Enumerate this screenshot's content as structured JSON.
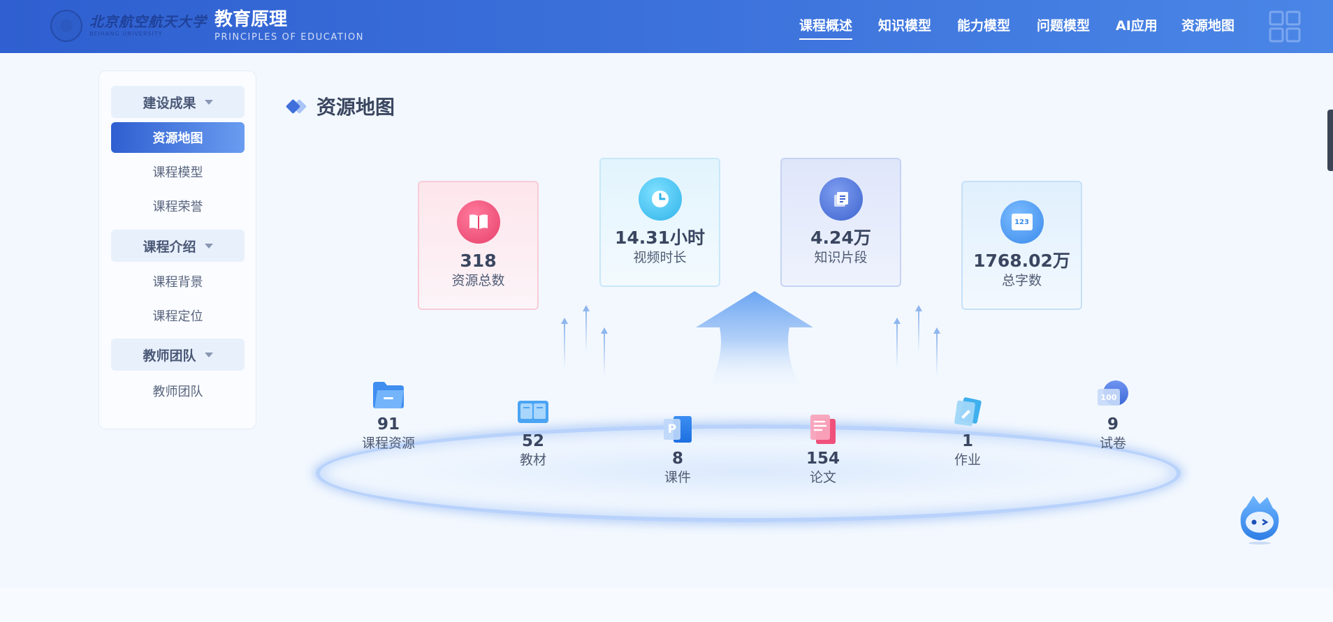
{
  "header": {
    "university_cn": "北京航空航天大学",
    "university_en": "BEIHANG UNIVERSITY",
    "title_cn": "教育原理",
    "title_en": "PRINCIPLES OF EDUCATION",
    "nav": [
      "课程概述",
      "知识模型",
      "能力模型",
      "问题模型",
      "AI应用",
      "资源地图"
    ],
    "active_nav": "课程概述"
  },
  "sidebar": {
    "groups": [
      {
        "label": "建设成果",
        "items": [
          "资源地图",
          "课程模型",
          "课程荣誉"
        ]
      },
      {
        "label": "课程介绍",
        "items": [
          "课程背景",
          "课程定位"
        ]
      },
      {
        "label": "教师团队",
        "items": [
          "教师团队"
        ]
      }
    ],
    "active_item": "资源地图"
  },
  "section": {
    "title": "资源地图"
  },
  "stats": [
    {
      "value": "318",
      "label": "资源总数",
      "icon": "book-icon"
    },
    {
      "value": "14.31小时",
      "label": "视频时长",
      "icon": "clock-icon"
    },
    {
      "value": "4.24万",
      "label": "知识片段",
      "icon": "document-icon"
    },
    {
      "value": "1768.02万",
      "label": "总字数",
      "icon": "number-icon"
    }
  ],
  "stat_icon_text": "123",
  "resources": [
    {
      "value": "91",
      "label": "课程资源",
      "icon": "folder-icon"
    },
    {
      "value": "52",
      "label": "教材",
      "icon": "open-book-icon"
    },
    {
      "value": "8",
      "label": "课件",
      "icon": "powerpoint-icon"
    },
    {
      "value": "154",
      "label": "论文",
      "icon": "paper-icon"
    },
    {
      "value": "1",
      "label": "作业",
      "icon": "pencil-note-icon"
    },
    {
      "value": "9",
      "label": "试卷",
      "icon": "score-icon"
    }
  ],
  "resource_icon_text": {
    "ppt": "P",
    "score": "100"
  },
  "colors": {
    "primary": "#2f5fd0",
    "pink": "#ef4f7a",
    "cyan": "#3fc2f2",
    "indigo": "#4e72d8",
    "sky": "#4a96ef"
  }
}
